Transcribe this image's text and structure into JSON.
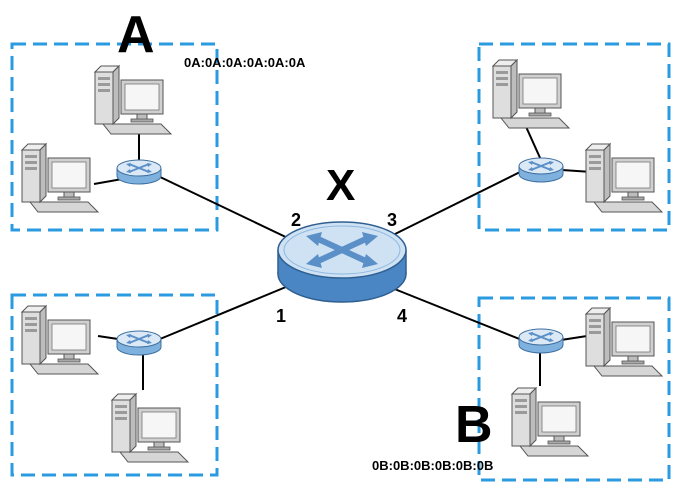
{
  "labels": {
    "network_a": "A",
    "network_b": "B",
    "switch_x": "X",
    "mac_a": "0A:0A:0A:0A:0A:0A",
    "mac_b": "0B:0B:0B:0B:0B:0B"
  },
  "ports": [
    "2",
    "3",
    "1",
    "4"
  ],
  "colors": {
    "dashed_border": "#2a9be0",
    "switch_top": "#cfe2f3",
    "switch_side": "#6aa3d4",
    "switch_arrows": "#5b8fc7",
    "pc_body": "#dcdcdc",
    "pc_outline": "#555555",
    "screen": "#f4f4f4"
  },
  "icons": [
    "main-switch-icon",
    "small-switch-icon",
    "desktop-computer-icon"
  ]
}
